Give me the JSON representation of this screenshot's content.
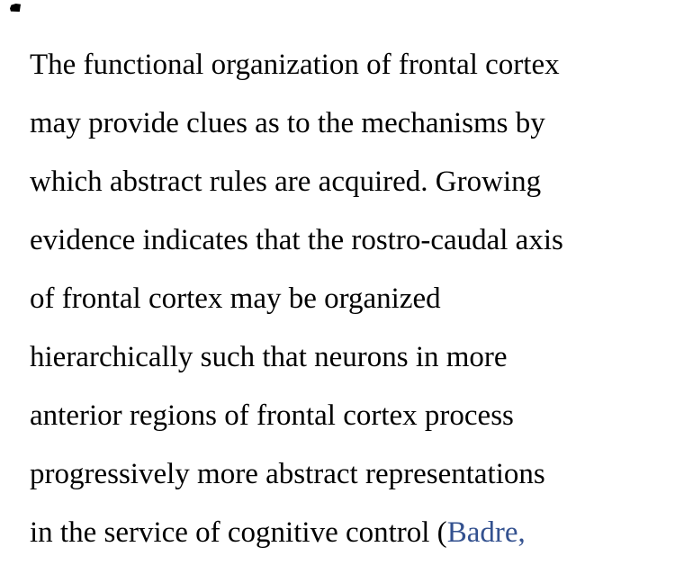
{
  "page": {
    "background": "#ffffff",
    "text_color": "#000000",
    "link_color": "#33518F"
  },
  "article": {
    "lines": [
      {
        "text": "The functional organization of frontal cortex"
      },
      {
        "text": "may provide clues as to the mechanisms by"
      },
      {
        "text": "which abstract rules are acquired. Growing"
      },
      {
        "text": "evidence indicates that the rostro-caudal axis"
      },
      {
        "text": "of frontal cortex may be organized"
      },
      {
        "text": "hierarchically such that neurons in more"
      },
      {
        "text": "anterior regions of frontal cortex process"
      },
      {
        "text": "progressively more abstract representations"
      },
      {
        "text": "in the service of cognitive control (",
        "link_text": "Badre,"
      }
    ]
  }
}
